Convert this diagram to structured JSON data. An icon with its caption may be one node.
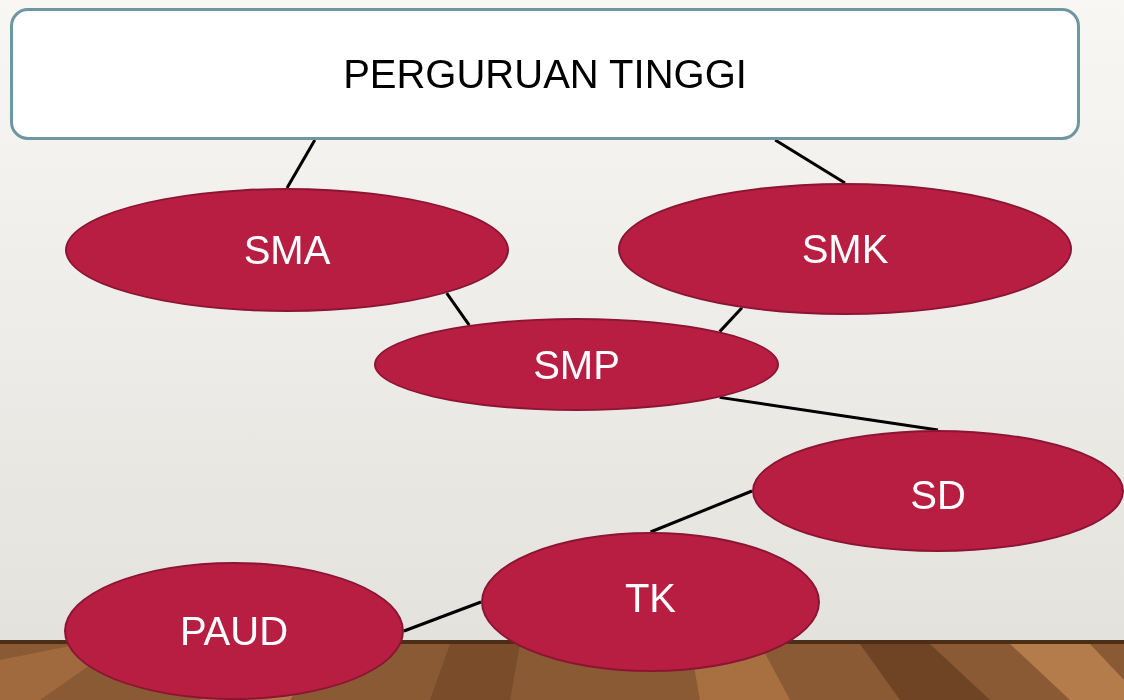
{
  "diagram": {
    "nodes": [
      {
        "text": [
          "PERGURUAN TINGGI"
        ]
      },
      {
        "text": [
          "SMA"
        ]
      },
      {
        "text": [
          "SMK"
        ]
      },
      {
        "text": [
          "SMP"
        ]
      },
      {
        "text": [
          "SD"
        ]
      },
      {
        "text": [
          "TK"
        ]
      },
      {
        "text": [
          "PAUD"
        ]
      }
    ],
    "edges": [
      {
        "from": 0,
        "to": 1,
        "arrow": "none"
      },
      {
        "from": 0,
        "to": 2,
        "arrow": "none"
      },
      {
        "from": 1,
        "to": 3,
        "arrow": "none"
      },
      {
        "from": 2,
        "to": 3,
        "arrow": "none"
      },
      {
        "from": 3,
        "to": 4,
        "arrow": "none"
      },
      {
        "from": 4,
        "to": 5,
        "arrow": "none"
      },
      {
        "from": 5,
        "to": 6,
        "arrow": "none"
      }
    ]
  }
}
